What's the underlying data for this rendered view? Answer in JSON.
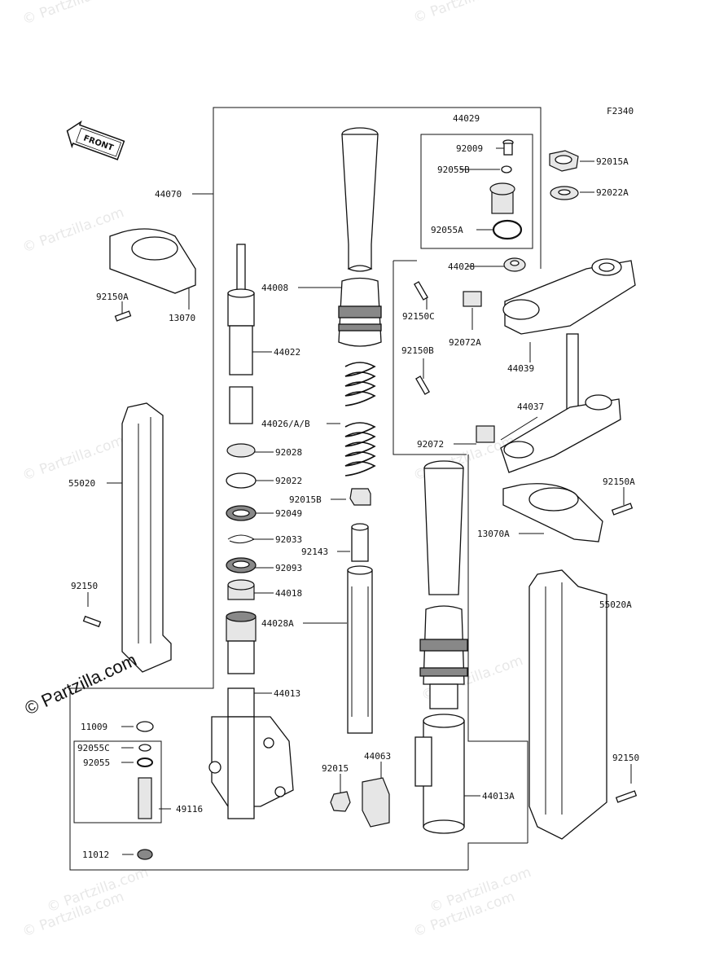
{
  "diagram_code": "F2340",
  "front_label": "FRONT",
  "watermark": "© Partzilla.com",
  "copyright": "© Partzilla.com",
  "labels": {
    "44029": "44029",
    "92009": "92009",
    "92055B": "92055B",
    "92055A": "92055A",
    "44028": "44028",
    "92015A_top": "92015A",
    "92022A": "92022A",
    "44070": "44070",
    "44008": "44008",
    "92150A_left": "92150A",
    "13070": "13070",
    "44022": "44022",
    "92150C": "92150C",
    "92072A": "92072A",
    "44039": "44039",
    "92150B": "92150B",
    "44026": "44026/A/B",
    "44037": "44037",
    "92028": "92028",
    "92072": "92072",
    "55020": "55020",
    "92022": "92022",
    "92015B": "92015B",
    "92150A_right": "92150A",
    "92049": "92049",
    "92033": "92033",
    "92143": "92143",
    "13070A": "13070A",
    "92093": "92093",
    "44018": "44018",
    "55020A": "55020A",
    "92150_left": "92150",
    "44028A": "44028A",
    "44013": "44013",
    "11009": "11009",
    "92055C": "92055C",
    "92055": "92055",
    "44063": "44063",
    "92015": "92015",
    "92150_right": "92150",
    "49116": "49116",
    "44013A": "44013A",
    "11012": "11012"
  }
}
